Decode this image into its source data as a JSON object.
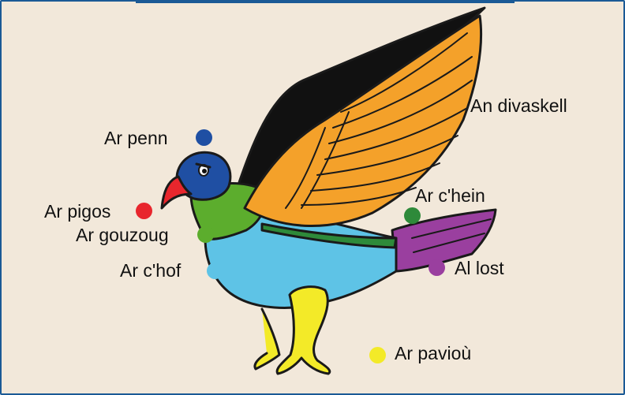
{
  "labels": {
    "wing": "An divaskell",
    "head": "Ar penn",
    "back": "Ar c'hein",
    "beak": "Ar pigos",
    "neck": "Ar gouzoug",
    "chest": "Ar c'hof",
    "tail": "Al lost",
    "feet": "Ar pavioù"
  },
  "colors": {
    "background": "#f2e8da",
    "border": "#1b5a96",
    "head": "#1f4fa3",
    "beak": "#e8262d",
    "neck": "#5cad2d",
    "chest": "#5ec3e6",
    "back": "#2e8a3a",
    "wing": "#f4a12a",
    "tail": "#9a3f9f",
    "feet": "#f3ea28",
    "outline": "#1a1a1a"
  }
}
